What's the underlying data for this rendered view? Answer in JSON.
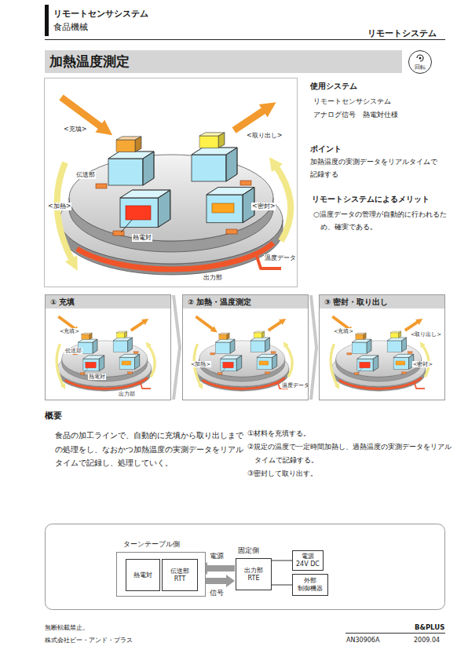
{
  "diagram": {
    "title": "加熱温度測定",
    "nodes": [
      {
        "text": [
          "回転"
        ]
      },
      {
        "text": [
          "① 充填"
        ]
      },
      {
        "text": [
          "② 加熱・温度測定"
        ]
      },
      {
        "text": [
          "③ 密封・取り出し"
        ]
      },
      {
        "text": [
          "ターンテーブル側"
        ]
      },
      {
        "text": [
          "熱電対"
        ],
        "in": 4
      },
      {
        "text": [
          "伝送部 RTT"
        ],
        "in": 4
      },
      {
        "text": [
          "固定側",
          "出力部 RTE"
        ]
      },
      {
        "text": [
          "電源 24V DC"
        ]
      },
      {
        "text": [
          "外部 制御機器"
        ]
      }
    ],
    "edges": [
      {
        "from": 1,
        "to": 2,
        "arrow": "to"
      },
      {
        "from": 2,
        "to": 3,
        "arrow": "to"
      },
      {
        "from": 7,
        "to": 6,
        "label": "電源",
        "arrow": "to"
      },
      {
        "from": 6,
        "to": 7,
        "label": "信号",
        "arrow": "to"
      },
      {
        "from": 7,
        "to": 8,
        "arrow": "none"
      },
      {
        "from": 7,
        "to": 9,
        "arrow": "none"
      }
    ],
    "labels": [
      "リモートセンサシステム",
      "食品機械",
      "リモートシステム",
      "<充填>",
      "<取り出し>",
      "伝送部",
      "<加熱>",
      "熱電対",
      "<密封>",
      "温度データ",
      "出力部",
      "使用システム",
      "リモートセンサシステム",
      "アナログ信号　熱電対仕様",
      "ポイント",
      "加熱温度の実測データをリアルタイムで記録する",
      "リモートシステムによるメリット",
      "○温度データの管理が自動的に行われるため、確実である。",
      "<充填>",
      "伝送部",
      "熱電対",
      "出力部",
      "<加熱>",
      "温度データ",
      "<充填>",
      "<取り出し>",
      "<密封>",
      "概要",
      "食品の加工ラインで、自動的に充填から取り出しまでの処理をし、なおかつ加熱温度の実測データをリアルタイムで記録し、処理していく。",
      "①材料を充填する。",
      "②規定の温度で一定時間加熱し、過熱温度の実測データをリアルタイムで記録する。",
      "③密封して取り出す。",
      "無断転載禁止。",
      "株式会社ビー・アンド・プラス",
      "B&PLUS",
      "AN30906A",
      "2009.04"
    ]
  }
}
